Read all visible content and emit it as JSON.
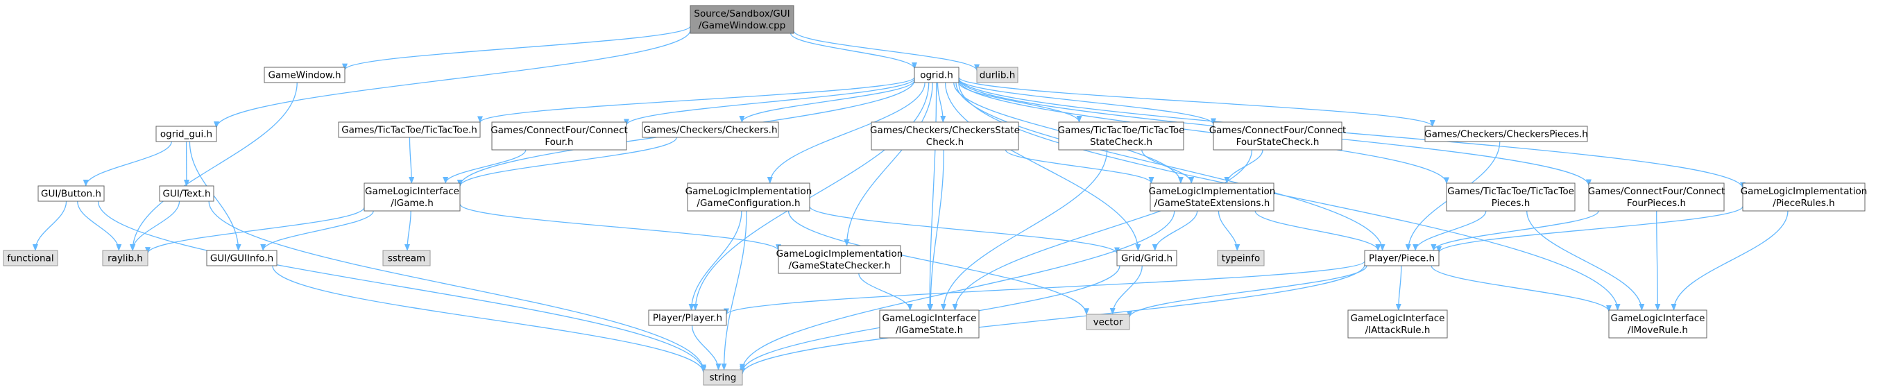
{
  "colors": {
    "edge": "#63b8ff",
    "node_border": "#666666",
    "root_fill": "#999999",
    "system_fill": "#e0e0e0"
  },
  "nodes": [
    {
      "id": "root",
      "kind": "root",
      "lines": [
        "Source/Sandbox/GUI",
        "/GameWindow.cpp"
      ]
    },
    {
      "id": "gamewindow_h",
      "kind": "file",
      "lines": [
        "GameWindow.h"
      ]
    },
    {
      "id": "ogrid_h",
      "kind": "file",
      "lines": [
        "ogrid.h"
      ]
    },
    {
      "id": "durlib_h",
      "kind": "system",
      "lines": [
        "durlib.h"
      ]
    },
    {
      "id": "ogrid_gui_h",
      "kind": "file",
      "lines": [
        "ogrid_gui.h"
      ]
    },
    {
      "id": "tictactoe_h",
      "kind": "file",
      "lines": [
        "Games/TicTacToe/TicTacToe.h"
      ]
    },
    {
      "id": "connectfour_h",
      "kind": "file",
      "lines": [
        "Games/ConnectFour/Connect",
        "Four.h"
      ]
    },
    {
      "id": "checkers_h",
      "kind": "file",
      "lines": [
        "Games/Checkers/Checkers.h"
      ]
    },
    {
      "id": "checkersstatecheck_h",
      "kind": "file",
      "lines": [
        "Games/Checkers/CheckersState",
        "Check.h"
      ]
    },
    {
      "id": "tictactoestatecheck_h",
      "kind": "file",
      "lines": [
        "Games/TicTacToe/TicTacToe",
        "StateCheck.h"
      ]
    },
    {
      "id": "connectfourstatecheck_h",
      "kind": "file",
      "lines": [
        "Games/ConnectFour/Connect",
        "FourStateCheck.h"
      ]
    },
    {
      "id": "checkerspieces_h",
      "kind": "file",
      "lines": [
        "Games/Checkers/CheckersPieces.h"
      ]
    },
    {
      "id": "gui_button_h",
      "kind": "file",
      "lines": [
        "GUI/Button.h"
      ]
    },
    {
      "id": "gui_text_h",
      "kind": "file",
      "lines": [
        "GUI/Text.h"
      ]
    },
    {
      "id": "igame_h",
      "kind": "file",
      "lines": [
        "GameLogicInterface",
        "/IGame.h"
      ]
    },
    {
      "id": "gameconfiguration_h",
      "kind": "file",
      "lines": [
        "GameLogicImplementation",
        "/GameConfiguration.h"
      ]
    },
    {
      "id": "gamestateextensions_h",
      "kind": "file",
      "lines": [
        "GameLogicImplementation",
        "/GameStateExtensions.h"
      ]
    },
    {
      "id": "tictactoepieces_h",
      "kind": "file",
      "lines": [
        "Games/TicTacToe/TicTacToe",
        "Pieces.h"
      ]
    },
    {
      "id": "connectfourpieces_h",
      "kind": "file",
      "lines": [
        "Games/ConnectFour/Connect",
        "FourPieces.h"
      ]
    },
    {
      "id": "piecerules_h",
      "kind": "file",
      "lines": [
        "GameLogicImplementation",
        "/PieceRules.h"
      ]
    },
    {
      "id": "functional",
      "kind": "system",
      "lines": [
        "functional"
      ]
    },
    {
      "id": "raylib_h",
      "kind": "system",
      "lines": [
        "raylib.h"
      ]
    },
    {
      "id": "gui_guiinfo_h",
      "kind": "file",
      "lines": [
        "GUI/GUIInfo.h"
      ]
    },
    {
      "id": "sstream",
      "kind": "system",
      "lines": [
        "sstream"
      ]
    },
    {
      "id": "gamestatechecker_h",
      "kind": "file",
      "lines": [
        "GameLogicImplementation",
        "/GameStateChecker.h"
      ]
    },
    {
      "id": "grid_h",
      "kind": "file",
      "lines": [
        "Grid/Grid.h"
      ]
    },
    {
      "id": "typeinfo",
      "kind": "system",
      "lines": [
        "typeinfo"
      ]
    },
    {
      "id": "piece_h",
      "kind": "file",
      "lines": [
        "Player/Piece.h"
      ]
    },
    {
      "id": "player_h",
      "kind": "file",
      "lines": [
        "Player/Player.h"
      ]
    },
    {
      "id": "igamestate_h",
      "kind": "file",
      "lines": [
        "GameLogicInterface",
        "/IGameState.h"
      ]
    },
    {
      "id": "vector",
      "kind": "system",
      "lines": [
        "vector"
      ]
    },
    {
      "id": "iattackrule_h",
      "kind": "file",
      "lines": [
        "GameLogicInterface",
        "/IAttackRule.h"
      ]
    },
    {
      "id": "imoverule_h",
      "kind": "file",
      "lines": [
        "GameLogicInterface",
        "/IMoveRule.h"
      ]
    },
    {
      "id": "string",
      "kind": "system",
      "lines": [
        "string"
      ]
    }
  ],
  "edges": [
    [
      "root",
      "gamewindow_h"
    ],
    [
      "root",
      "ogrid_gui_h"
    ],
    [
      "root",
      "ogrid_h"
    ],
    [
      "root",
      "durlib_h"
    ],
    [
      "gamewindow_h",
      "raylib_h"
    ],
    [
      "ogrid_h",
      "tictactoe_h"
    ],
    [
      "ogrid_h",
      "connectfour_h"
    ],
    [
      "ogrid_h",
      "checkers_h"
    ],
    [
      "ogrid_h",
      "checkersstatecheck_h"
    ],
    [
      "ogrid_h",
      "tictactoestatecheck_h"
    ],
    [
      "ogrid_h",
      "connectfourstatecheck_h"
    ],
    [
      "ogrid_h",
      "checkerspieces_h"
    ],
    [
      "ogrid_h",
      "tictactoepieces_h"
    ],
    [
      "ogrid_h",
      "connectfourpieces_h"
    ],
    [
      "ogrid_h",
      "piecerules_h"
    ],
    [
      "ogrid_h",
      "igame_h"
    ],
    [
      "ogrid_h",
      "gameconfiguration_h"
    ],
    [
      "ogrid_h",
      "gamestateextensions_h"
    ],
    [
      "ogrid_h",
      "gamestatechecker_h"
    ],
    [
      "ogrid_h",
      "grid_h"
    ],
    [
      "ogrid_h",
      "piece_h"
    ],
    [
      "ogrid_h",
      "player_h"
    ],
    [
      "ogrid_h",
      "igamestate_h"
    ],
    [
      "ogrid_h",
      "imoverule_h"
    ],
    [
      "ogrid_gui_h",
      "gui_button_h"
    ],
    [
      "ogrid_gui_h",
      "gui_text_h"
    ],
    [
      "ogrid_gui_h",
      "gui_guiinfo_h"
    ],
    [
      "gui_button_h",
      "functional"
    ],
    [
      "gui_button_h",
      "raylib_h"
    ],
    [
      "gui_button_h",
      "string"
    ],
    [
      "gui_text_h",
      "raylib_h"
    ],
    [
      "gui_text_h",
      "string"
    ],
    [
      "gui_guiinfo_h",
      "string"
    ],
    [
      "tictactoe_h",
      "igame_h"
    ],
    [
      "connectfour_h",
      "igame_h"
    ],
    [
      "checkers_h",
      "igame_h"
    ],
    [
      "igame_h",
      "raylib_h"
    ],
    [
      "igame_h",
      "gui_guiinfo_h"
    ],
    [
      "igame_h",
      "sstream"
    ],
    [
      "igame_h",
      "gamestatechecker_h"
    ],
    [
      "checkersstatecheck_h",
      "gamestateextensions_h"
    ],
    [
      "checkersstatecheck_h",
      "igamestate_h"
    ],
    [
      "tictactoestatecheck_h",
      "gamestateextensions_h"
    ],
    [
      "tictactoestatecheck_h",
      "igamestate_h"
    ],
    [
      "connectfourstatecheck_h",
      "gamestateextensions_h"
    ],
    [
      "connectfourstatecheck_h",
      "igamestate_h"
    ],
    [
      "checkerspieces_h",
      "piece_h"
    ],
    [
      "tictactoepieces_h",
      "piece_h"
    ],
    [
      "tictactoepieces_h",
      "imoverule_h"
    ],
    [
      "connectfourpieces_h",
      "piece_h"
    ],
    [
      "connectfourpieces_h",
      "imoverule_h"
    ],
    [
      "piecerules_h",
      "piece_h"
    ],
    [
      "piecerules_h",
      "imoverule_h"
    ],
    [
      "gameconfiguration_h",
      "player_h"
    ],
    [
      "gameconfiguration_h",
      "grid_h"
    ],
    [
      "gameconfiguration_h",
      "vector"
    ],
    [
      "gameconfiguration_h",
      "string"
    ],
    [
      "gamestateextensions_h",
      "grid_h"
    ],
    [
      "gamestateextensions_h",
      "typeinfo"
    ],
    [
      "gamestateextensions_h",
      "piece_h"
    ],
    [
      "gamestateextensions_h",
      "string"
    ],
    [
      "gamestatechecker_h",
      "igamestate_h"
    ],
    [
      "grid_h",
      "vector"
    ],
    [
      "grid_h",
      "string"
    ],
    [
      "piece_h",
      "player_h"
    ],
    [
      "piece_h",
      "vector"
    ],
    [
      "piece_h",
      "iattackrule_h"
    ],
    [
      "piece_h",
      "imoverule_h"
    ],
    [
      "piece_h",
      "string"
    ],
    [
      "player_h",
      "string"
    ]
  ]
}
